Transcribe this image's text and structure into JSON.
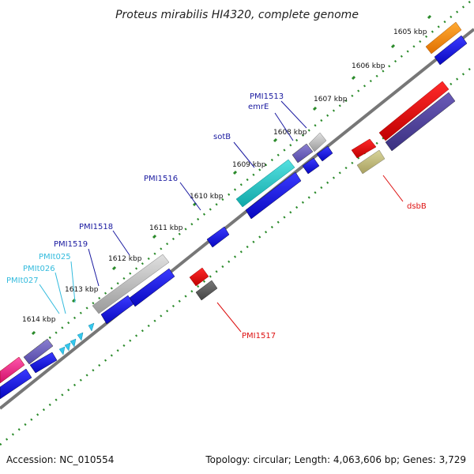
{
  "title": "Proteus mirabilis HI4320, complete genome",
  "footer": {
    "accession": "Accession: NC_010554",
    "summary": "Topology: circular; Length: 4,063,606 bp; Genes: 3,729"
  },
  "ticks": [
    "1605 kbp",
    "1606 kbp",
    "1607 kbp",
    "1608 kbp",
    "1609 kbp",
    "1610 kbp",
    "1611 kbp",
    "1612 kbp",
    "1613 kbp",
    "1614 kbp"
  ],
  "gene_labels": {
    "PMI1513": "PMI1513",
    "emrE": "emrE",
    "sotB": "sotB",
    "PMI1516": "PMI1516",
    "PMI1518": "PMI1518",
    "PMI1519": "PMI1519",
    "PMIt025": "PMIt025",
    "PMIt026": "PMIt026",
    "PMIt027": "PMIt027",
    "dsbB": "dsbB",
    "PMI1517": "PMI1517"
  },
  "colors": {
    "cds": "#1010e0",
    "cds_dark": "#0a0a9a",
    "trna": "#33c8ee",
    "label_blue": "#1a1aa0",
    "label_cyan": "#33bbdd",
    "label_red": "#dd1111",
    "backbone": "#777777",
    "tick": "#2a8a2a"
  }
}
